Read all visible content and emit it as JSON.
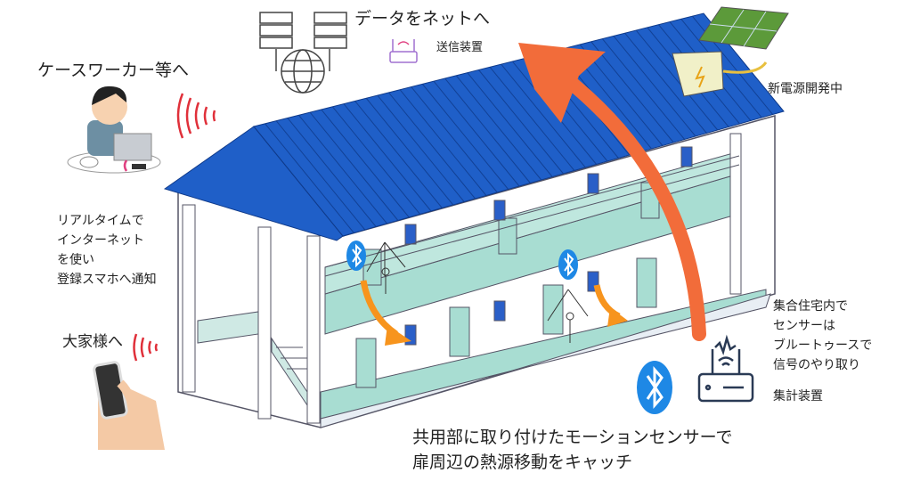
{
  "labels": {
    "data_to_net": "データをネットへ",
    "transmitter": "送信装置",
    "to_caseworker": "ケースワーカー等へ",
    "new_power": "新電源開発中",
    "realtime_lines": [
      "リアルタイムで",
      "インターネット",
      "を使い",
      "登録スマホへ通知"
    ],
    "to_landlord": "大家様へ",
    "bluetooth_lines": [
      "集合住宅内で",
      "センサーは",
      "ブルートゥースで",
      "信号のやり取り"
    ],
    "aggregator": "集計装置",
    "caption_lines": [
      "共用部に取り付けたモーションセンサーで",
      "扉周辺の熱源移動をキャッチ"
    ]
  },
  "colors": {
    "roof": "#1f5fc8",
    "arrow": "#f26c3a",
    "corridor": "#a8ddd2",
    "bluetooth": "#1e88e5",
    "signal": "#e0303a"
  },
  "icons": [
    "server-icon",
    "globe-icon",
    "router-icon",
    "solar-panel-icon",
    "battery-icon",
    "person-laptop-icon",
    "smartphone-hand-icon",
    "bluetooth-icon",
    "motion-sensor-icon",
    "signal-waves-icon"
  ]
}
